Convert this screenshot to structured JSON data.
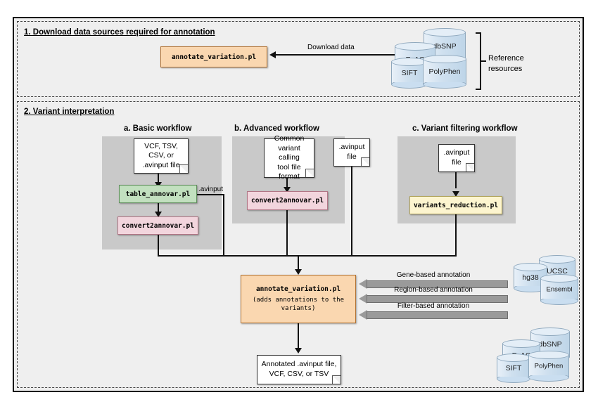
{
  "sections": {
    "one": {
      "title": "1. Download data sources required for annotation"
    },
    "two": {
      "title": "2. Variant interpretation"
    }
  },
  "section1": {
    "process": {
      "label": "annotate_variation.pl"
    },
    "edge_label": "Download data",
    "databases": [
      {
        "name": "dbSNP"
      },
      {
        "name": "ExAC"
      },
      {
        "name": "SIFT"
      },
      {
        "name": "PolyPhen"
      }
    ],
    "bracket_label": "Reference\nresources",
    "bracket_label_line1": "Reference",
    "bracket_label_line2": "resources"
  },
  "workflows": {
    "basic": {
      "title": "a. Basic workflow",
      "input": "VCF, TSV, CSV, or .avinput file",
      "input_line1": "VCF, TSV,",
      "input_line2": "CSV, or",
      "input_line3": ".avinput file",
      "step1": "table_annovar.pl",
      "step2": "convert2annovar.pl",
      "edge_label": ".avinput"
    },
    "advanced": {
      "title": "b. Advanced workflow",
      "input": "Common variant calling tool file format",
      "input_line1": "Common",
      "input_line2": "variant calling",
      "input_line3": "tool file",
      "input_line4": "format",
      "step1": "convert2annovar.pl",
      "side_input_line1": ".avinput",
      "side_input_line2": "file"
    },
    "filtering": {
      "title": "c. Variant filtering workflow",
      "input_line1": ".avinput",
      "input_line2": "file",
      "step1": "variants_reduction.pl"
    }
  },
  "core": {
    "title": "annotate_variation.pl",
    "subtitle_line1": "(adds annotations to the",
    "subtitle_line2": "variants)",
    "annotations": [
      {
        "label": "Gene-based annotation"
      },
      {
        "label": "Region-based annotation"
      },
      {
        "label": "Filter-based annotation"
      }
    ]
  },
  "output": {
    "line1": "Annotated .avinput file,",
    "line2": "VCF, CSV, or TSV"
  },
  "reference_groups": {
    "genome": [
      {
        "name": "UCSC"
      },
      {
        "name": "hg38"
      },
      {
        "name": "Ensembl"
      }
    ],
    "variant": [
      {
        "name": "dbSNP"
      },
      {
        "name": "ExAC"
      },
      {
        "name": "SIFT"
      },
      {
        "name": "PolyPhen"
      }
    ]
  },
  "colors": {
    "orange": "#fad7b0",
    "green": "#c2e0bf",
    "pink": "#f2d5dd",
    "yellow": "#fdf5cf",
    "panel_gray": "#c9c9c9",
    "arrow_gray": "#9a9a9a",
    "cylinder_blue": "#cfe0ef",
    "background": "#efefef"
  }
}
